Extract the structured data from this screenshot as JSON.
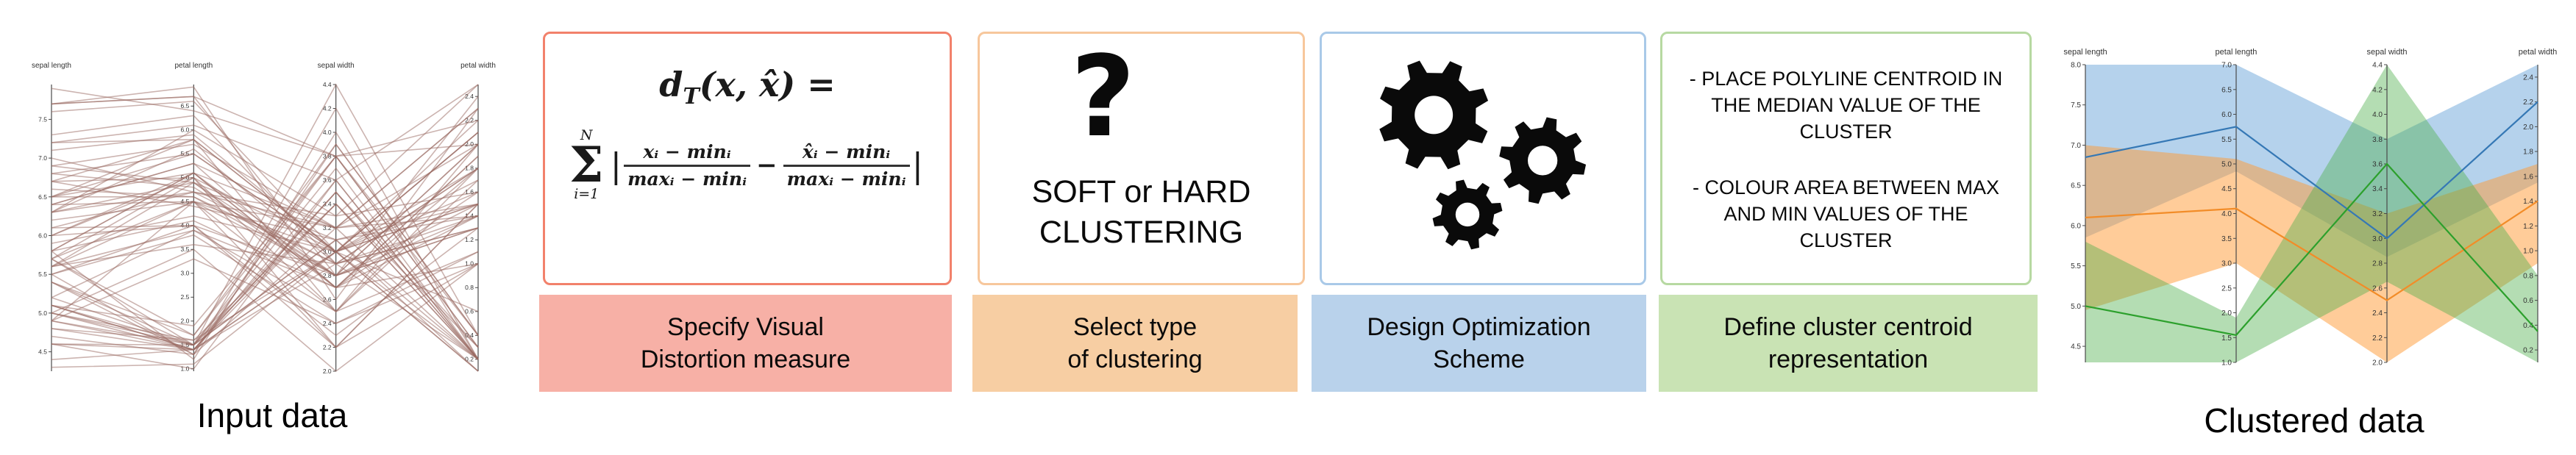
{
  "steps": [
    {
      "name": "specify-visual-distortion-measure",
      "accent": "#f2816b",
      "strip_bg": "#f7b0a6",
      "strip_line1": "Specify Visual",
      "strip_line2": "Distortion measure",
      "formula": {
        "d": "d",
        "sub": "T",
        "args": "(x, x̂) =",
        "sigma": "Σ",
        "sum_upper": "N",
        "sum_lower": "i=1",
        "bar_left": "|",
        "num1": "xᵢ − minᵢ",
        "den1": "maxᵢ − minᵢ",
        "minus": "−",
        "num2": "x̂ᵢ − minᵢ",
        "den2": "maxᵢ − minᵢ",
        "bar_right": "|"
      }
    },
    {
      "name": "select-type-of-clustering",
      "accent": "#f7c79c",
      "strip_bg": "#f7cea3",
      "strip_line1": "Select type",
      "strip_line2": "of clustering",
      "question_mark": "?",
      "text_line1": "SOFT or HARD",
      "text_line2": "CLUSTERING"
    },
    {
      "name": "design-optimization-scheme",
      "accent": "#a9c9e8",
      "strip_bg": "#b9d2eb",
      "strip_line1": "Design Optimization",
      "strip_line2": "Scheme",
      "icon": "gears-icon",
      "icon_color": "#0a0a0a"
    },
    {
      "name": "define-cluster-centroid-representation",
      "accent": "#b7d9a2",
      "strip_bg": "#c9e3b4",
      "strip_line1": "Define cluster centroid",
      "strip_line2": "representation",
      "bullets": [
        "- PLACE POLYLINE CENTROID IN THE MEDIAN VALUE OF THE CLUSTER",
        "- COLOUR AREA BETWEEN MAX AND MIN VALUES OF THE CLUSTER"
      ]
    }
  ],
  "chart_data": [
    {
      "id": "input",
      "type": "parallel-coordinates",
      "title": "Input data",
      "line_color": "#9a6a61",
      "line_opacity": 0.5,
      "axes": [
        {
          "label": "sepal length",
          "min": 4.25,
          "max": 7.95,
          "tick_start": 4.5,
          "tick_end": 7.5,
          "tick_step": 0.5
        },
        {
          "label": "petal length",
          "min": 0.95,
          "max": 6.95,
          "tick_start": 1.0,
          "tick_end": 6.5,
          "tick_step": 0.5
        },
        {
          "label": "sepal width",
          "min": 2.0,
          "max": 4.4,
          "tick_start": 2.0,
          "tick_end": 4.4,
          "tick_step": 0.2
        },
        {
          "label": "petal width",
          "min": 0.1,
          "max": 2.5,
          "tick_start": 0.2,
          "tick_end": 2.4,
          "tick_step": 0.2
        }
      ],
      "lines": [
        [
          5.1,
          1.4,
          3.5,
          0.2
        ],
        [
          4.9,
          1.4,
          3.0,
          0.2
        ],
        [
          4.7,
          1.3,
          3.2,
          0.2
        ],
        [
          4.6,
          1.5,
          3.1,
          0.2
        ],
        [
          5.0,
          1.4,
          3.6,
          0.2
        ],
        [
          5.4,
          1.7,
          3.9,
          0.4
        ],
        [
          4.6,
          1.4,
          3.4,
          0.3
        ],
        [
          5.0,
          1.5,
          3.4,
          0.2
        ],
        [
          4.4,
          1.4,
          2.9,
          0.2
        ],
        [
          4.9,
          1.5,
          3.1,
          0.1
        ],
        [
          5.4,
          1.5,
          3.7,
          0.2
        ],
        [
          4.8,
          1.6,
          3.4,
          0.2
        ],
        [
          4.8,
          1.4,
          3.0,
          0.1
        ],
        [
          4.3,
          1.1,
          3.0,
          0.1
        ],
        [
          5.8,
          1.2,
          4.0,
          0.2
        ],
        [
          5.7,
          1.5,
          4.4,
          0.4
        ],
        [
          5.4,
          1.3,
          3.9,
          0.4
        ],
        [
          5.1,
          1.4,
          3.5,
          0.3
        ],
        [
          5.7,
          1.7,
          3.8,
          0.3
        ],
        [
          5.1,
          1.5,
          3.8,
          0.3
        ],
        [
          5.2,
          1.5,
          3.5,
          0.2
        ],
        [
          5.5,
          1.3,
          4.2,
          0.2
        ],
        [
          5.0,
          1.6,
          3.0,
          0.6
        ],
        [
          5.1,
          1.9,
          3.8,
          0.4
        ],
        [
          4.6,
          1.0,
          3.6,
          0.2
        ],
        [
          7.0,
          4.7,
          3.2,
          1.4
        ],
        [
          6.4,
          4.5,
          3.2,
          1.5
        ],
        [
          6.9,
          4.9,
          3.1,
          1.5
        ],
        [
          5.5,
          4.0,
          2.3,
          1.3
        ],
        [
          6.5,
          4.6,
          2.8,
          1.5
        ],
        [
          5.7,
          4.5,
          2.8,
          1.3
        ],
        [
          6.3,
          4.7,
          3.3,
          1.6
        ],
        [
          4.9,
          3.3,
          2.4,
          1.0
        ],
        [
          6.6,
          4.6,
          2.9,
          1.3
        ],
        [
          5.2,
          3.9,
          2.7,
          1.4
        ],
        [
          5.0,
          3.5,
          2.0,
          1.0
        ],
        [
          5.9,
          4.2,
          3.0,
          1.5
        ],
        [
          6.0,
          4.0,
          2.2,
          1.0
        ],
        [
          6.1,
          4.7,
          2.9,
          1.4
        ],
        [
          5.6,
          3.6,
          2.9,
          1.3
        ],
        [
          6.7,
          4.4,
          3.1,
          1.4
        ],
        [
          5.6,
          4.5,
          3.0,
          1.5
        ],
        [
          5.8,
          4.1,
          2.7,
          1.0
        ],
        [
          6.2,
          4.5,
          2.2,
          1.5
        ],
        [
          5.6,
          3.9,
          2.5,
          1.1
        ],
        [
          6.1,
          4.0,
          2.8,
          1.3
        ],
        [
          6.8,
          4.8,
          2.8,
          1.4
        ],
        [
          6.0,
          5.1,
          2.7,
          1.6
        ],
        [
          5.5,
          3.8,
          2.4,
          1.1
        ],
        [
          6.7,
          5.0,
          3.0,
          1.7
        ],
        [
          6.3,
          6.0,
          3.3,
          2.5
        ],
        [
          5.8,
          5.1,
          2.7,
          1.9
        ],
        [
          7.1,
          5.9,
          3.0,
          2.1
        ],
        [
          6.3,
          5.6,
          2.9,
          1.8
        ],
        [
          6.5,
          5.8,
          3.0,
          2.2
        ],
        [
          7.6,
          6.6,
          3.0,
          2.1
        ],
        [
          4.9,
          4.5,
          2.5,
          1.7
        ],
        [
          7.3,
          6.3,
          2.9,
          1.8
        ],
        [
          6.7,
          5.8,
          2.5,
          1.8
        ],
        [
          7.2,
          6.1,
          3.6,
          2.5
        ],
        [
          6.5,
          5.1,
          3.2,
          2.0
        ],
        [
          6.4,
          5.3,
          2.7,
          1.9
        ],
        [
          6.8,
          5.5,
          3.0,
          2.1
        ],
        [
          5.7,
          5.0,
          2.5,
          2.0
        ],
        [
          5.8,
          5.1,
          2.8,
          2.4
        ],
        [
          6.4,
          5.3,
          3.2,
          2.3
        ],
        [
          6.5,
          5.5,
          3.0,
          1.8
        ],
        [
          7.7,
          6.7,
          3.8,
          2.2
        ],
        [
          7.7,
          6.9,
          2.6,
          2.3
        ],
        [
          6.0,
          5.0,
          2.2,
          1.5
        ],
        [
          6.9,
          5.7,
          3.2,
          2.3
        ],
        [
          5.6,
          4.9,
          2.8,
          2.0
        ],
        [
          7.7,
          6.7,
          2.8,
          2.0
        ],
        [
          6.3,
          4.9,
          2.7,
          1.8
        ],
        [
          7.9,
          6.4,
          3.8,
          2.0
        ],
        [
          7.2,
          5.8,
          3.0,
          1.6
        ]
      ]
    },
    {
      "id": "clustered",
      "type": "parallel-coordinates-clustered",
      "title": "Clustered data",
      "axes": [
        {
          "label": "sepal length",
          "min": 4.3,
          "max": 8.0,
          "tick_start": 4.5,
          "tick_end": 8.0,
          "tick_step": 0.5
        },
        {
          "label": "petal length",
          "min": 1.0,
          "max": 7.0,
          "tick_start": 1.0,
          "tick_end": 7.0,
          "tick_step": 0.5
        },
        {
          "label": "sepal width",
          "min": 2.0,
          "max": 4.4,
          "tick_start": 2.0,
          "tick_end": 4.4,
          "tick_step": 0.2
        },
        {
          "label": "petal width",
          "min": 0.1,
          "max": 2.5,
          "tick_start": 0.2,
          "tick_end": 2.4,
          "tick_step": 0.2
        }
      ],
      "clusters": [
        {
          "name": "cluster-blue",
          "line_color": "#3578b5",
          "fill_color": "#5a9bd4",
          "fill_opacity": 0.45,
          "band_min": [
            5.85,
            4.85,
            2.85,
            1.55
          ],
          "band_max": [
            8.0,
            7.0,
            3.8,
            2.5
          ],
          "centroid": [
            6.85,
            5.75,
            3.0,
            2.2
          ]
        },
        {
          "name": "cluster-orange",
          "line_color": "#f28c28",
          "fill_color": "#ff9933",
          "fill_opacity": 0.5,
          "band_min": [
            4.95,
            3.0,
            2.0,
            0.9
          ],
          "band_max": [
            7.0,
            5.1,
            3.2,
            1.7
          ],
          "centroid": [
            6.1,
            4.1,
            2.5,
            1.4
          ]
        },
        {
          "name": "cluster-green",
          "line_color": "#2ca02c",
          "fill_color": "#4daf4a",
          "fill_opacity": 0.42,
          "band_min": [
            4.3,
            1.0,
            2.65,
            0.1
          ],
          "band_max": [
            5.8,
            1.9,
            4.4,
            0.8
          ],
          "centroid": [
            5.0,
            1.55,
            3.6,
            0.35
          ]
        }
      ]
    }
  ]
}
